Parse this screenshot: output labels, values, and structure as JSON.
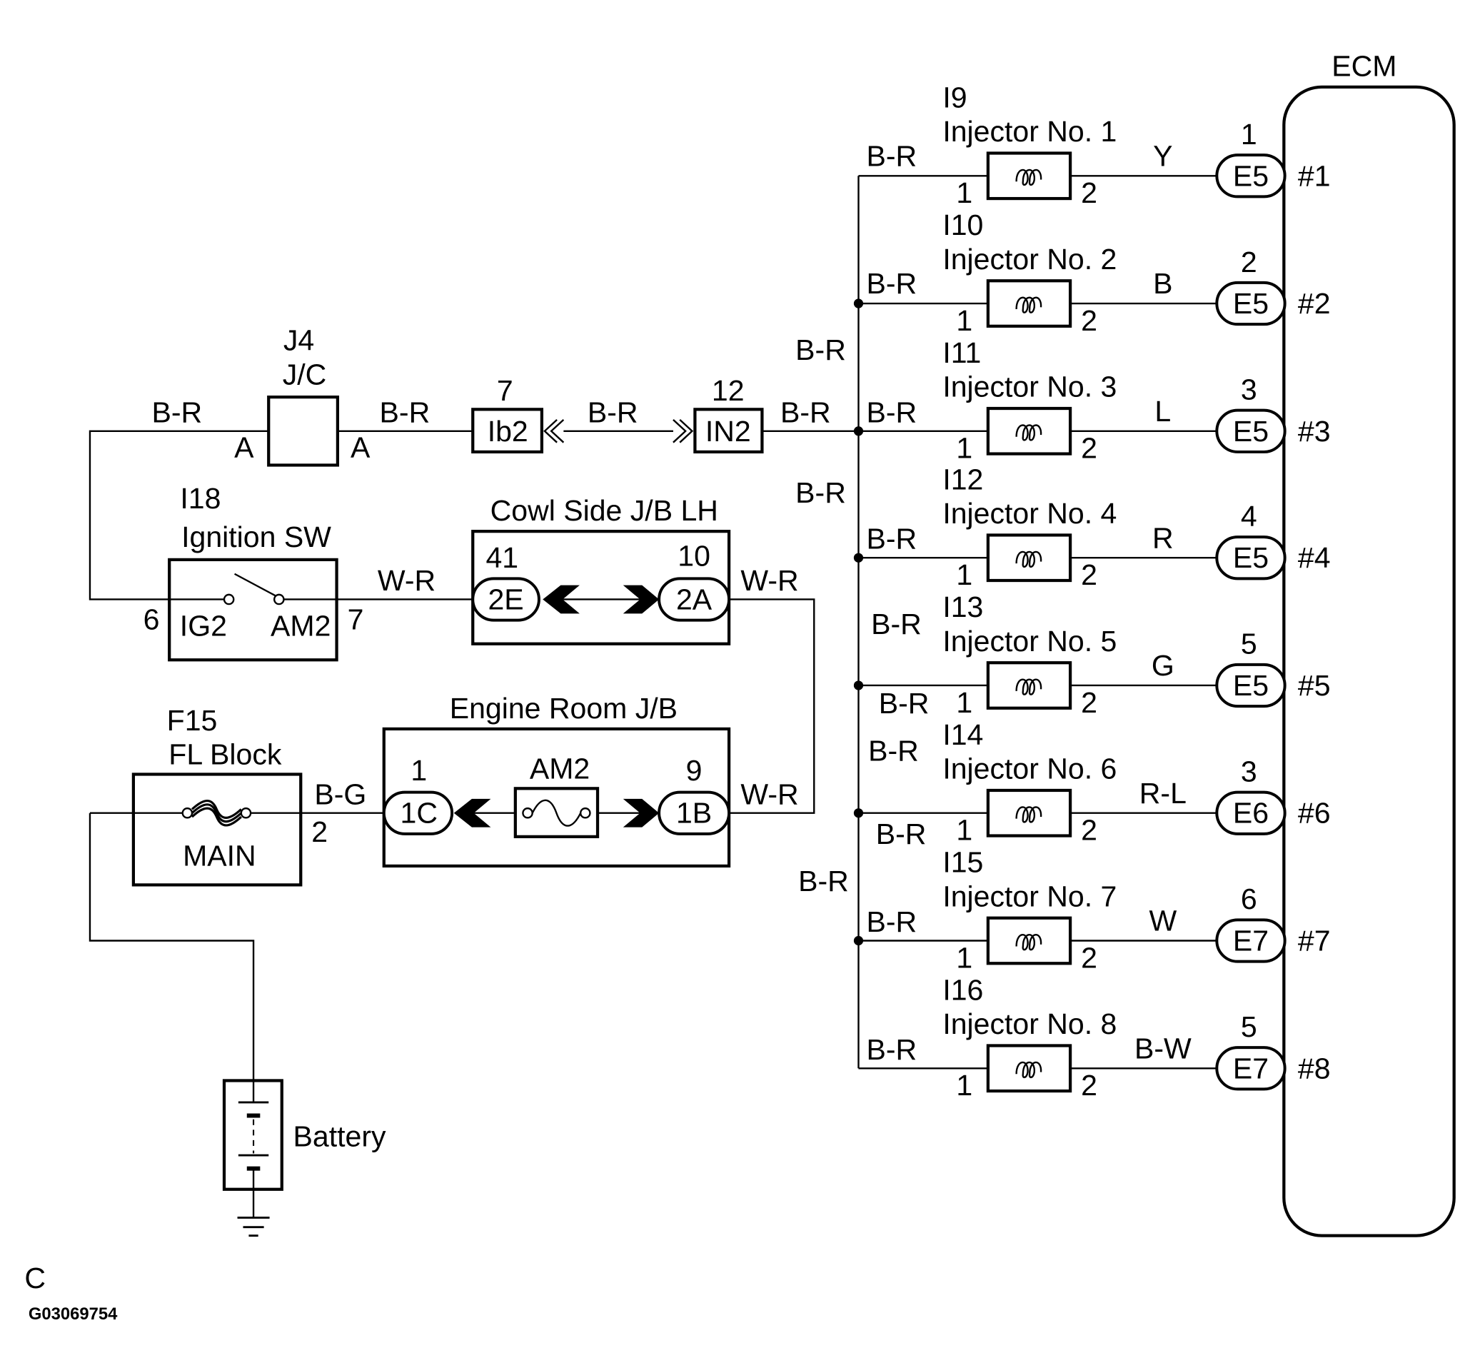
{
  "ecm": {
    "label": "ECM"
  },
  "injectors": [
    {
      "connector_id": "I9",
      "name": "Injector No. 1",
      "pin_in": "1",
      "pin_out": "2",
      "wire_out": "Y",
      "ecm_connector": "E5",
      "ecm_connector_pin": "1",
      "ecm_terminal": "#1"
    },
    {
      "connector_id": "I10",
      "name": "Injector No. 2",
      "pin_in": "1",
      "pin_out": "2",
      "wire_out": "B",
      "ecm_connector": "E5",
      "ecm_connector_pin": "2",
      "ecm_terminal": "#2"
    },
    {
      "connector_id": "I11",
      "name": "Injector No. 3",
      "pin_in": "1",
      "pin_out": "2",
      "wire_out": "L",
      "ecm_connector": "E5",
      "ecm_connector_pin": "3",
      "ecm_terminal": "#3"
    },
    {
      "connector_id": "I12",
      "name": "Injector No. 4",
      "pin_in": "1",
      "pin_out": "2",
      "wire_out": "R",
      "ecm_connector": "E5",
      "ecm_connector_pin": "4",
      "ecm_terminal": "#4"
    },
    {
      "connector_id": "I13",
      "name": "Injector No. 5",
      "pin_in": "1",
      "pin_out": "2",
      "wire_out": "G",
      "ecm_connector": "E5",
      "ecm_connector_pin": "5",
      "ecm_terminal": "#5"
    },
    {
      "connector_id": "I14",
      "name": "Injector No. 6",
      "pin_in": "1",
      "pin_out": "2",
      "wire_out": "R-L",
      "ecm_connector": "E6",
      "ecm_connector_pin": "3",
      "ecm_terminal": "#6"
    },
    {
      "connector_id": "I15",
      "name": "Injector No. 7",
      "pin_in": "1",
      "pin_out": "2",
      "wire_out": "W",
      "ecm_connector": "E7",
      "ecm_connector_pin": "6",
      "ecm_terminal": "#7"
    },
    {
      "connector_id": "I16",
      "name": "Injector No. 8",
      "pin_in": "1",
      "pin_out": "2",
      "wire_out": "B-W",
      "ecm_connector": "E7",
      "ecm_connector_pin": "5",
      "ecm_terminal": "#8"
    }
  ],
  "bus_wire_labels": [
    "B-R",
    "B-R",
    "B-R",
    "B-R",
    "B-R",
    "B-R",
    "B-R",
    "B-R",
    "B-R",
    "B-R",
    "B-R",
    "B-R",
    "B-R"
  ],
  "junction_connector": {
    "id": "J4",
    "name": "J/C",
    "pin_in": "A",
    "pin_out": "A",
    "wire_in": "B-R",
    "wire_out": "B-R"
  },
  "inline_connector": {
    "left_id": "Ib2",
    "left_pin": "7",
    "right_id": "IN2",
    "right_pin": "12",
    "wire": "B-R",
    "wire_to_bus": "B-R"
  },
  "ignition_switch": {
    "id": "I18",
    "name": "Ignition SW",
    "terminal_in": "IG2",
    "terminal_out": "AM2",
    "pin_in": "6",
    "pin_out": "7"
  },
  "cowl_jb": {
    "name": "Cowl Side J/B LH",
    "connector_in": "2E",
    "pin_in": "41",
    "connector_out": "2A",
    "pin_out": "10",
    "wire_in": "W-R",
    "wire_out": "W-R"
  },
  "engine_room_jb": {
    "name": "Engine Room J/B",
    "connector_in": "1C",
    "pin_in": "1",
    "fuse": "AM2",
    "connector_out": "1B",
    "pin_out": "9",
    "wire_in": "B-G",
    "wire_out": "W-R"
  },
  "fl_block": {
    "id": "F15",
    "name": "FL Block",
    "link": "MAIN",
    "pin_out": "2"
  },
  "battery": {
    "label": "Battery"
  },
  "figure": {
    "corner_label": "C",
    "code": "G03069754"
  }
}
